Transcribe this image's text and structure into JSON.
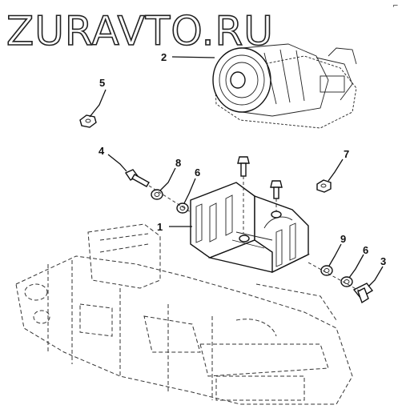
{
  "watermark": "ZURAVTO.RU",
  "corner_mark": "⌐",
  "callouts": [
    {
      "id": "c1",
      "label": "1"
    },
    {
      "id": "c2",
      "label": "2"
    },
    {
      "id": "c3",
      "label": "3"
    },
    {
      "id": "c4",
      "label": "4"
    },
    {
      "id": "c5",
      "label": "5"
    },
    {
      "id": "c6a",
      "label": "6"
    },
    {
      "id": "c6b",
      "label": "6"
    },
    {
      "id": "c7",
      "label": "7"
    },
    {
      "id": "c8",
      "label": "8"
    },
    {
      "id": "c9",
      "label": "9"
    }
  ]
}
